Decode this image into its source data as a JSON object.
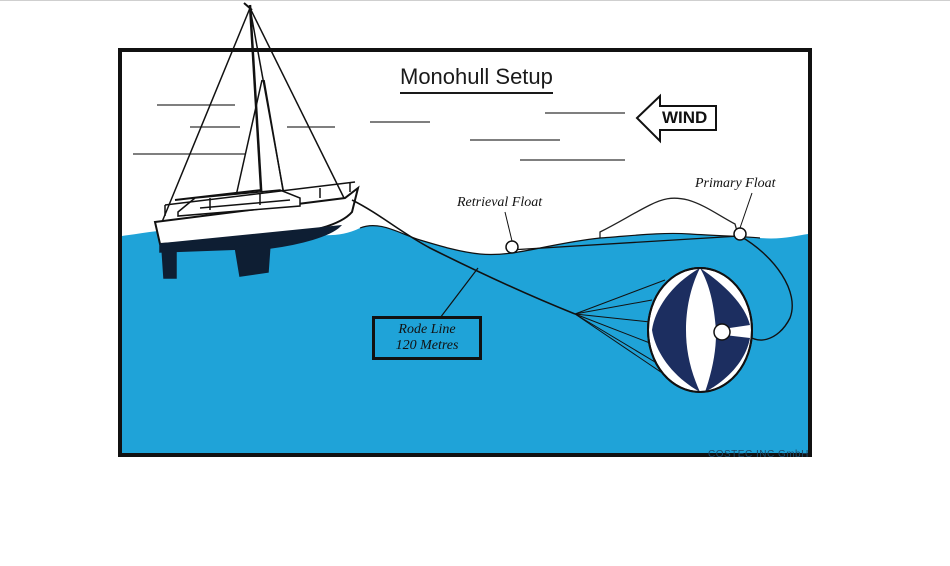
{
  "title": "Monohull Setup",
  "wind": {
    "label": "WIND",
    "icon": "left-arrow-icon"
  },
  "floats": {
    "retrieval_label": "Retrieval Float",
    "primary_label": "Primary Float"
  },
  "rode": {
    "line1": "Rode Line",
    "line2": "120 Metres"
  },
  "credit": "COSTEC INC GmbH",
  "colors": {
    "water": "#1fa3d8",
    "outline": "#111111",
    "sky": "#ffffff",
    "anchor_dark": "#1c2e60"
  }
}
